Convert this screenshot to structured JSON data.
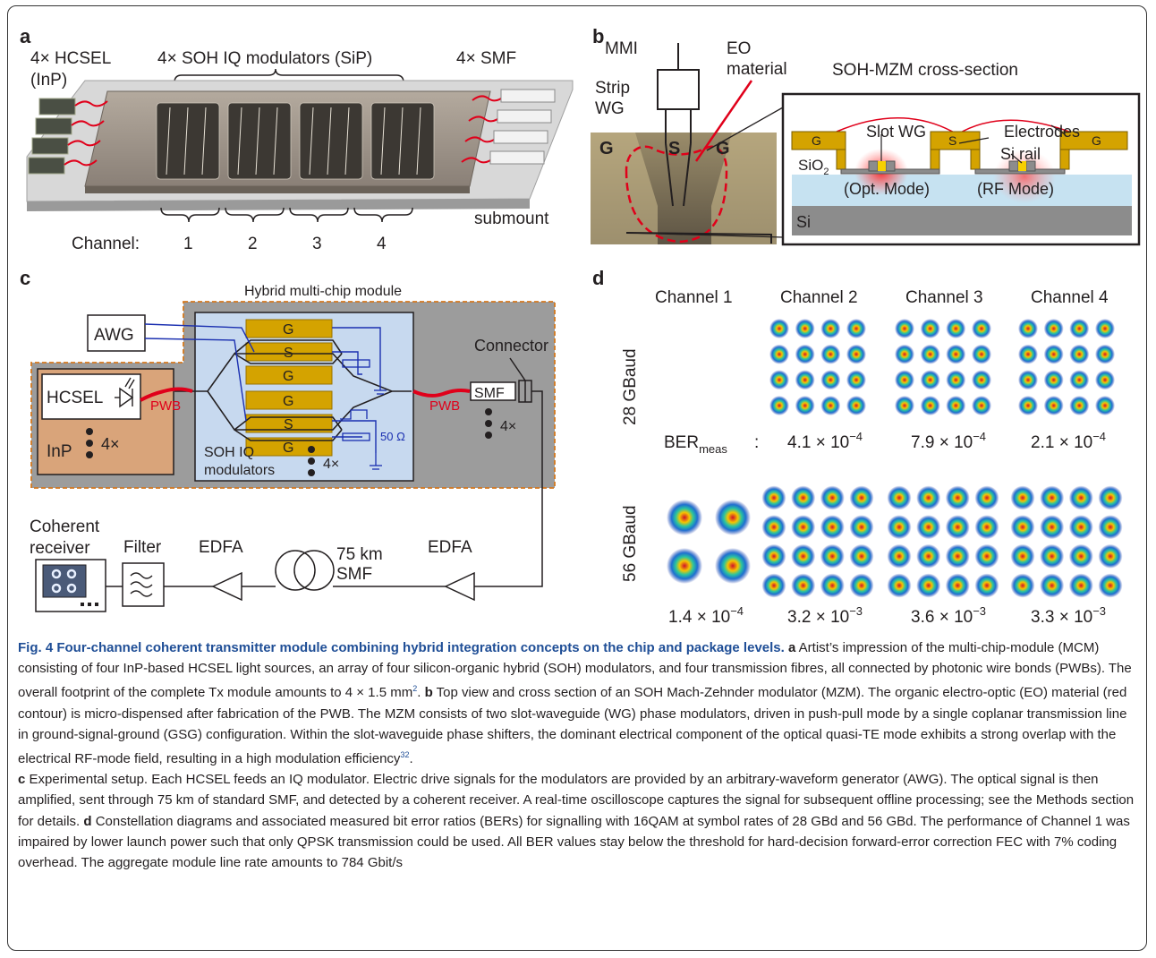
{
  "panel_a": {
    "letter": "a",
    "hcsel_line1": "4× HCSEL",
    "hcsel_line2": "(InP)",
    "soh_label": "4× SOH  IQ modulators (SiP)",
    "smf_label": "4× SMF",
    "submount": "submount",
    "channel_label": "Channel:",
    "channels": [
      "1",
      "2",
      "3",
      "4"
    ]
  },
  "panel_b": {
    "letter": "b",
    "mmi": "MMI",
    "eo_line1": "EO",
    "eo_line2": "material",
    "strip_line1": "Strip",
    "strip_line2": "WG",
    "gsg": [
      "G",
      "S",
      "G"
    ],
    "cross_title": "SOH-MZM cross-section",
    "slot_wg": "Slot WG",
    "electrodes": "Electrodes",
    "si_rail": "Si rail",
    "sio2_base": "SiO",
    "sio2_sub": "2",
    "opt_mode": "(Opt. Mode)",
    "rf_mode": "(RF Mode)",
    "si": "Si",
    "electrode_labels": [
      "G",
      "S",
      "G"
    ]
  },
  "panel_c": {
    "letter": "c",
    "module_title": "Hybrid multi-chip module",
    "awg": "AWG",
    "hcsel": "HCSEL",
    "inp": "InP",
    "four_x": "4×",
    "pwb": "PWB",
    "gsg_stack": [
      "G",
      "S",
      "G",
      "G",
      "S",
      "G"
    ],
    "ohm": "50 Ω",
    "soh_line1": "SOH IQ",
    "soh_line2": "modulators",
    "connector": "Connector",
    "smf": "SMF",
    "rx_line1": "Coherent",
    "rx_line2": "receiver",
    "filter": "Filter",
    "edfa": "EDFA",
    "fiber_line1": "75 km",
    "fiber_line2": "SMF"
  },
  "panel_d": {
    "letter": "d",
    "channels": [
      "Channel 1",
      "Channel 2",
      "Channel 3",
      "Channel 4"
    ],
    "rate_28": "28 GBaud",
    "rate_56": "56 GBaud",
    "ber_label": "BER",
    "ber_sub": "meas",
    "ber_colon": ":",
    "ber_28": [
      {
        "mant": "4.1 × 10",
        "exp": "−4"
      },
      {
        "mant": "7.9 × 10",
        "exp": "−4"
      },
      {
        "mant": "2.1 × 10",
        "exp": "−4"
      }
    ],
    "ber_56": [
      {
        "mant": "1.4 × 10",
        "exp": "−4"
      },
      {
        "mant": "3.2 × 10",
        "exp": "−3"
      },
      {
        "mant": "3.6 × 10",
        "exp": "−3"
      },
      {
        "mant": "3.3 × 10",
        "exp": "−3"
      }
    ],
    "formats_28": [
      "",
      "16QAM",
      "16QAM",
      "16QAM"
    ],
    "formats_56": [
      "QPSK",
      "16QAM",
      "16QAM",
      "16QAM"
    ]
  },
  "caption": {
    "title": "Fig. 4 Four-channel coherent transmitter module combining hybrid integration concepts on the chip and package levels.",
    "a_label": "a",
    "a_text": "Artist’s impression of the multi-chip-module (MCM) consisting of four InP-based HCSEL light sources, an array of four silicon-organic hybrid (SOH) modulators, and four transmission fibres, all connected by photonic wire bonds (PWBs). The overall footprint of the complete Tx module amounts to 4 × 1.5 mm",
    "a_sup": "2",
    "a_end": ".",
    "b_label": "b",
    "b_text": "Top view and cross section of an SOH Mach-Zehnder modulator (MZM). The organic electro-optic (EO) material (red contour) is micro-dispensed after fabrication of the PWB. The MZM consists of two slot-waveguide (WG) phase modulators, driven in push-pull mode by a single coplanar transmission line in ground-signal-ground (GSG) configuration. Within the slot-waveguide phase shifters, the dominant electrical component of the optical quasi-TE mode exhibits a strong overlap with the electrical RF-mode field, resulting in a high modulation efficiency",
    "b_sup": "32",
    "b_end": ".",
    "c_label": "c",
    "c_text": "Experimental setup. Each HCSEL feeds an IQ modulator. Electric drive signals for the modulators are provided by an arbitrary-waveform generator (AWG). The optical signal is then amplified, sent through 75 km of standard SMF, and detected by a coherent receiver. A real-time oscilloscope captures the signal for subsequent offline processing; see the Methods section for details.",
    "d_label": "d",
    "d_text": "Constellation diagrams and associated measured bit error ratios (BERs) for signalling with 16QAM at symbol rates of 28 GBd and 56 GBd. The performance of Channel 1 was impaired by lower launch power such that only QPSK transmission could be used. All BER values stay below the threshold for hard-decision forward-error correction FEC with 7% coding overhead. The aggregate module line rate amounts to 784 Gbit/s"
  },
  "colors": {
    "gold": "#d4a300",
    "pwb_red": "#e0001a",
    "wire_blue": "#1a2fb0",
    "module_gray": "#9c9c9c",
    "inp_brown": "#d9a47a",
    "mod_blue": "#c7d9ef",
    "title_blue": "#1f4e96"
  }
}
